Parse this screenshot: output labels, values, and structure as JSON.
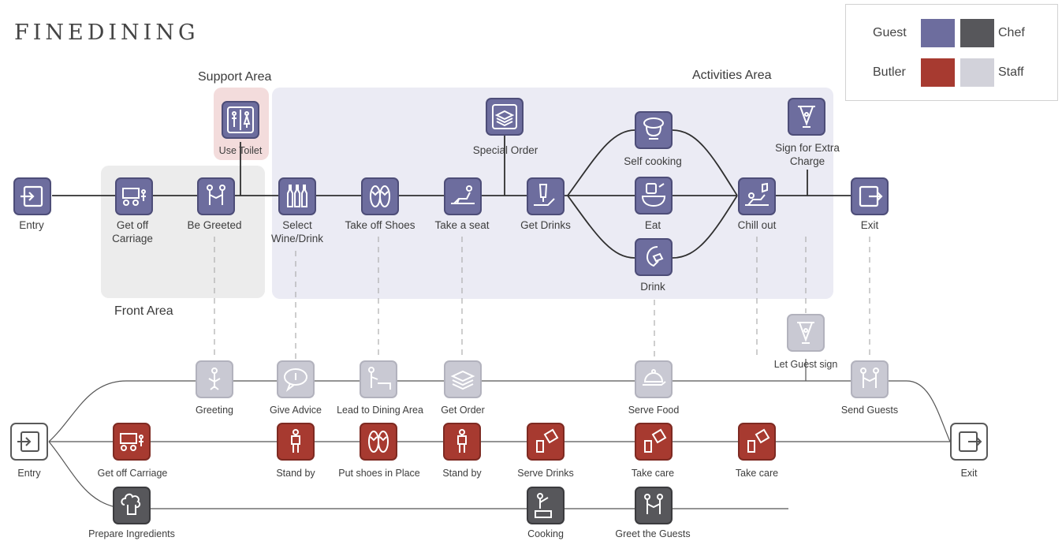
{
  "title": "FINEDINING",
  "legend": {
    "guest": "Guest",
    "chef": "Chef",
    "butler": "Butler",
    "staff": "Staff",
    "colors": {
      "guest": "#6d6d9e",
      "chef": "#57575b",
      "butler": "#a73a30",
      "staff": "#c9c9d3"
    }
  },
  "areas": {
    "support": "Support Area",
    "activities": "Activities Area",
    "front": "Front Area"
  },
  "guest_lane": {
    "entry": "Entry",
    "get_off_carriage": "Get off Carriage",
    "be_greeted": "Be Greeted",
    "use_toilet": "Use Toilet",
    "select_wine": "Select Wine/Drink",
    "take_off_shoes": "Take off Shoes",
    "take_a_seat": "Take a seat",
    "special_order": "Special Order",
    "get_drinks": "Get Drinks",
    "self_cooking": "Self cooking",
    "eat": "Eat",
    "drink": "Drink",
    "chill_out": "Chill out",
    "sign_extra": "Sign for Extra Charge",
    "exit": "Exit"
  },
  "staff_lane": {
    "greeting": "Greeting",
    "give_advice": "Give Advice",
    "lead_to_dining": "Lead to Dining Area",
    "get_order": "Get Order",
    "serve_food": "Serve Food",
    "let_guest_sign": "Let Guest sign",
    "send_guests": "Send Guests"
  },
  "butler_lane": {
    "entry": "Entry",
    "get_off_carriage": "Get off Carriage",
    "stand_by_1": "Stand by",
    "put_shoes": "Put shoes in Place",
    "stand_by_2": "Stand by",
    "serve_drinks": "Serve Drinks",
    "take_care_1": "Take care",
    "take_care_2": "Take care",
    "exit": "Exit"
  },
  "chef_lane": {
    "prepare_ingredients": "Prepare Ingredients",
    "cooking": "Cooking",
    "greet_the_guests": "Greet the Guests"
  }
}
